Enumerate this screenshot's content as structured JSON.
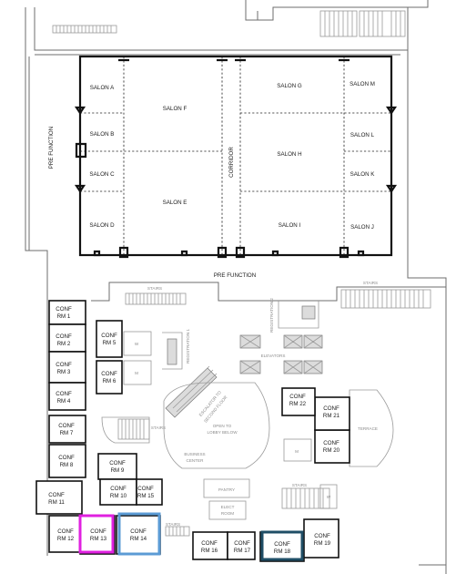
{
  "ballroom": {
    "salons": {
      "a": "SALON A",
      "b": "SALON B",
      "c": "SALON C",
      "d": "SALON D",
      "e": "SALON E",
      "f": "SALON F",
      "g": "SALON G",
      "h": "SALON H",
      "i": "SALON I",
      "j": "SALON J",
      "k": "SALON K",
      "l": "SALON L",
      "m": "SALON M"
    },
    "corridor": "CORRIDOR",
    "pre_function_left": "PRE FUNCTION",
    "pre_function_bottom": "PRE FUNCTION"
  },
  "conf_prefix": "CONF",
  "conf_rooms": {
    "r1": "RM 1",
    "r2": "RM 2",
    "r3": "RM 3",
    "r4": "RM 4",
    "r5": "RM 5",
    "r6": "RM 6",
    "r7": "RM 7",
    "r8": "RM 8",
    "r9": "RM 9",
    "r10": "RM 10",
    "r11": "RM 11",
    "r12": "RM 12",
    "r13": "RM 13",
    "r14": "RM 14",
    "r15": "RM 15",
    "r16": "RM 16",
    "r17": "RM 17",
    "r18": "RM 18",
    "r19": "RM 19",
    "r20": "RM 20",
    "r21": "RM 21",
    "r22": "RM 22"
  },
  "labels": {
    "stairs_top": "STAIRS",
    "stairs_mid": "STAIRS",
    "stairs_right": "STAIRS",
    "stairs_low": "STAIRS",
    "stairs_bottom": "STAIRS",
    "registration_1": "REGISTRATION 1",
    "registration_2": "REGISTRATION 2",
    "elevators": "ELEVATORS",
    "escalator_line1": "ESCALATOR TO",
    "escalator_line2": "SECOND FLOOR",
    "open_lobby_line1": "OPEN TO",
    "open_lobby_line2": "LOBBY BELOW",
    "business_line1": "BUSINESS",
    "business_line2": "CENTER",
    "pantry": "PANTRY",
    "elect_line1": "ELECT",
    "elect_line2": "ROOM",
    "terrace": "TERRACE",
    "w1": "W",
    "w2": "W",
    "m1": "M",
    "m2": "M"
  },
  "highlights": {
    "rm13": "#e020e0",
    "rm14": "#5b9bd5",
    "rm18": "#1f4e66"
  }
}
